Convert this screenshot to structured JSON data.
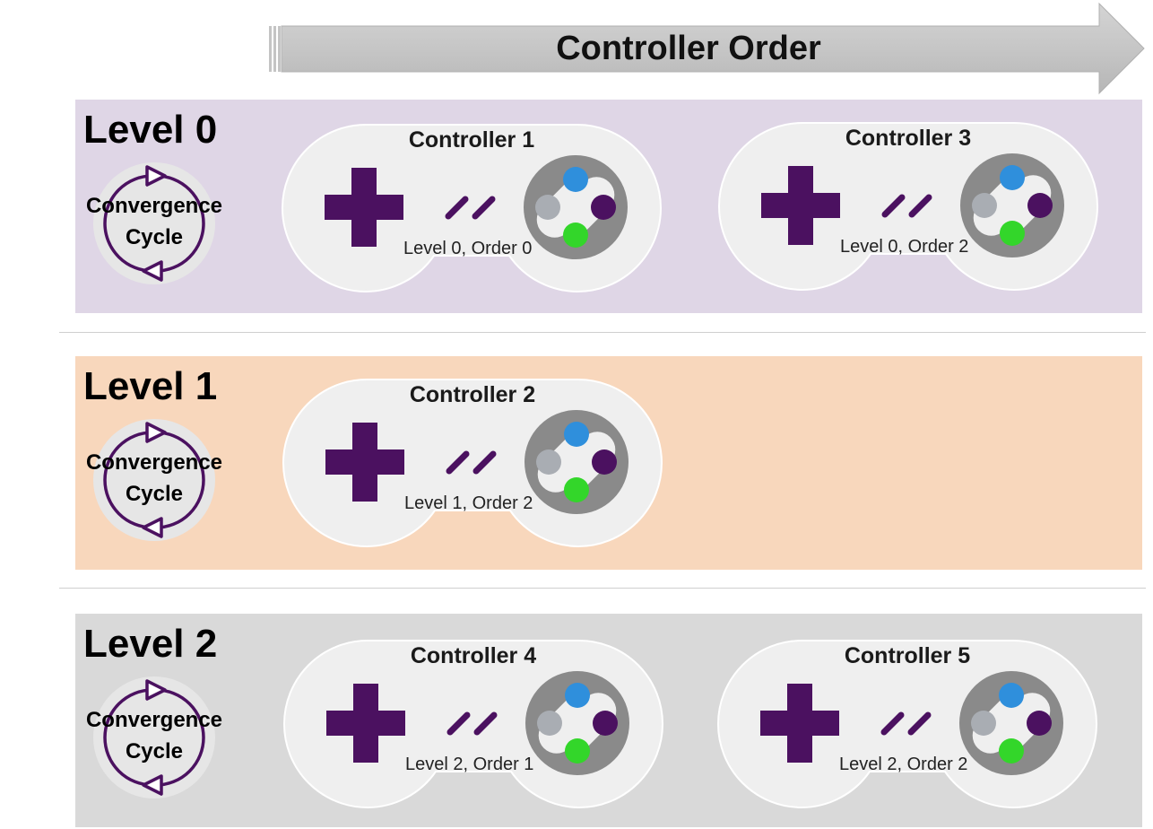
{
  "header": {
    "title": "Controller Order"
  },
  "levels": [
    {
      "title": "Level 0",
      "cycle_line1": "Convergence",
      "cycle_line2": "Cycle",
      "color": "#dfd6e6",
      "controllers": [
        {
          "name": "Controller 1",
          "label": "Level 0, Order 0"
        },
        {
          "name": "Controller 3",
          "label": "Level 0, Order 2"
        }
      ]
    },
    {
      "title": "Level 1",
      "cycle_line1": "Convergence",
      "cycle_line2": "Cycle",
      "color": "#f8d7bc",
      "controllers": [
        {
          "name": "Controller 2",
          "label": "Level 1, Order 2"
        }
      ]
    },
    {
      "title": "Level 2",
      "cycle_line1": "Convergence",
      "cycle_line2": "Cycle",
      "color": "#d9d9d9",
      "controllers": [
        {
          "name": "Controller 4",
          "label": "Level 2, Order 1"
        },
        {
          "name": "Controller 5",
          "label": "Level 2, Order 2"
        }
      ]
    }
  ],
  "colors": {
    "accent_purple": "#4b1160",
    "button_blue": "#2f8fdc",
    "button_green": "#33d62a",
    "button_gray": "#a9adb3",
    "controller_body": "#efefef",
    "button_plate": "#8a8a8a"
  },
  "icons": {
    "controller": "gamepad-icon",
    "dpad": "dpad-icon",
    "cycle": "cycle-arrows-icon",
    "order_arrow": "right-arrow-icon"
  }
}
